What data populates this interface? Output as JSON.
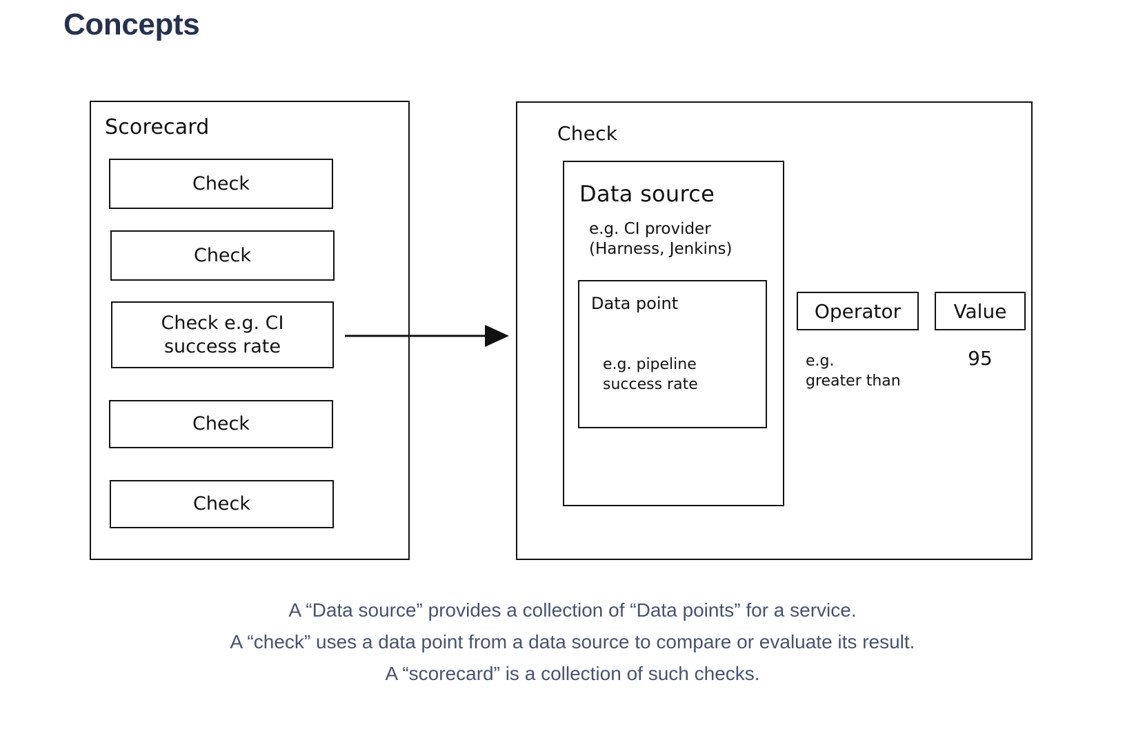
{
  "page": {
    "title": "Concepts",
    "title_color": "#27314f",
    "caption_color": "#46526f",
    "ink_color": "#111111",
    "background": "#ffffff"
  },
  "scorecard_panel": {
    "title": "Scorecard",
    "checks": [
      {
        "label": "Check"
      },
      {
        "label": "Check"
      },
      {
        "label": "Check e.g. CI\nsuccess rate"
      },
      {
        "label": "Check"
      },
      {
        "label": "Check"
      }
    ]
  },
  "connector": {
    "name": "arrow-right",
    "from": "scorecard-check-ci",
    "to": "check-panel"
  },
  "check_panel": {
    "title": "Check",
    "data_source": {
      "title": "Data source",
      "note": "e.g. CI provider\n(Harness, Jenkins)",
      "data_point": {
        "title": "Data point",
        "note": "e.g. pipeline\nsuccess rate"
      }
    },
    "operator": {
      "label": "Operator",
      "note": "e.g.\ngreater than"
    },
    "value": {
      "label": "Value",
      "note": "95"
    }
  },
  "caption": {
    "lines": [
      "A “Data source” provides a collection of “Data points” for a service.",
      "A “check” uses a data point from a data source to compare or evaluate its result.",
      "A “scorecard” is a collection of such checks."
    ]
  }
}
